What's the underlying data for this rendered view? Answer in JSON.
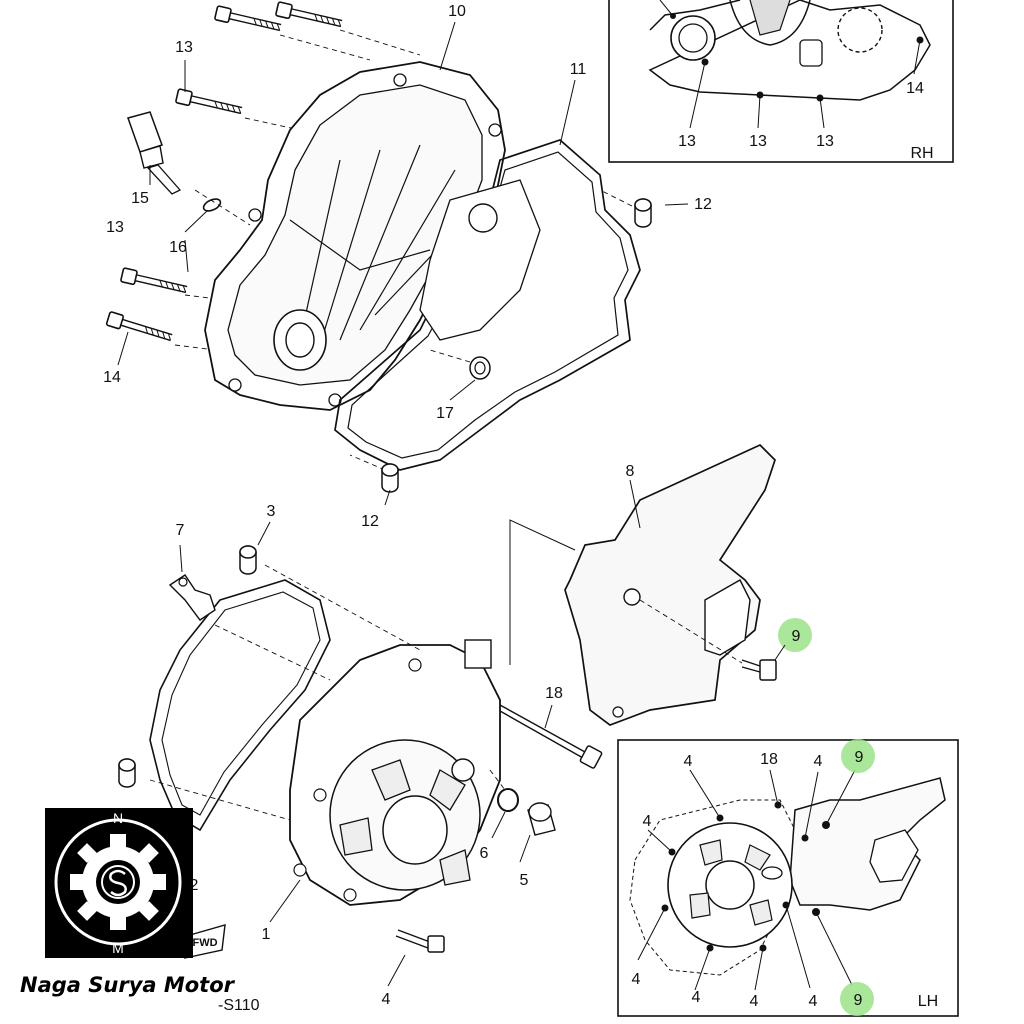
{
  "diagram": {
    "callouts": {
      "p1": "1",
      "p2": "2",
      "p3": "3",
      "p4": "4",
      "p5": "5",
      "p6": "6",
      "p7": "7",
      "p8": "8",
      "p9": "9",
      "p10": "10",
      "p11": "11",
      "p12": "12",
      "p13": "13",
      "p14": "14",
      "p15": "15",
      "p16": "16",
      "p17": "17",
      "p18": "18"
    },
    "inset_rh": {
      "label": "RH"
    },
    "inset_lh": {
      "label": "LH"
    },
    "drawing_code": "-S110",
    "fwd_mark": "FWD",
    "highlight_color": "#9be38a"
  },
  "watermark": {
    "brand_name": "Naga Surya Motor",
    "logo_letters": "N S M"
  }
}
